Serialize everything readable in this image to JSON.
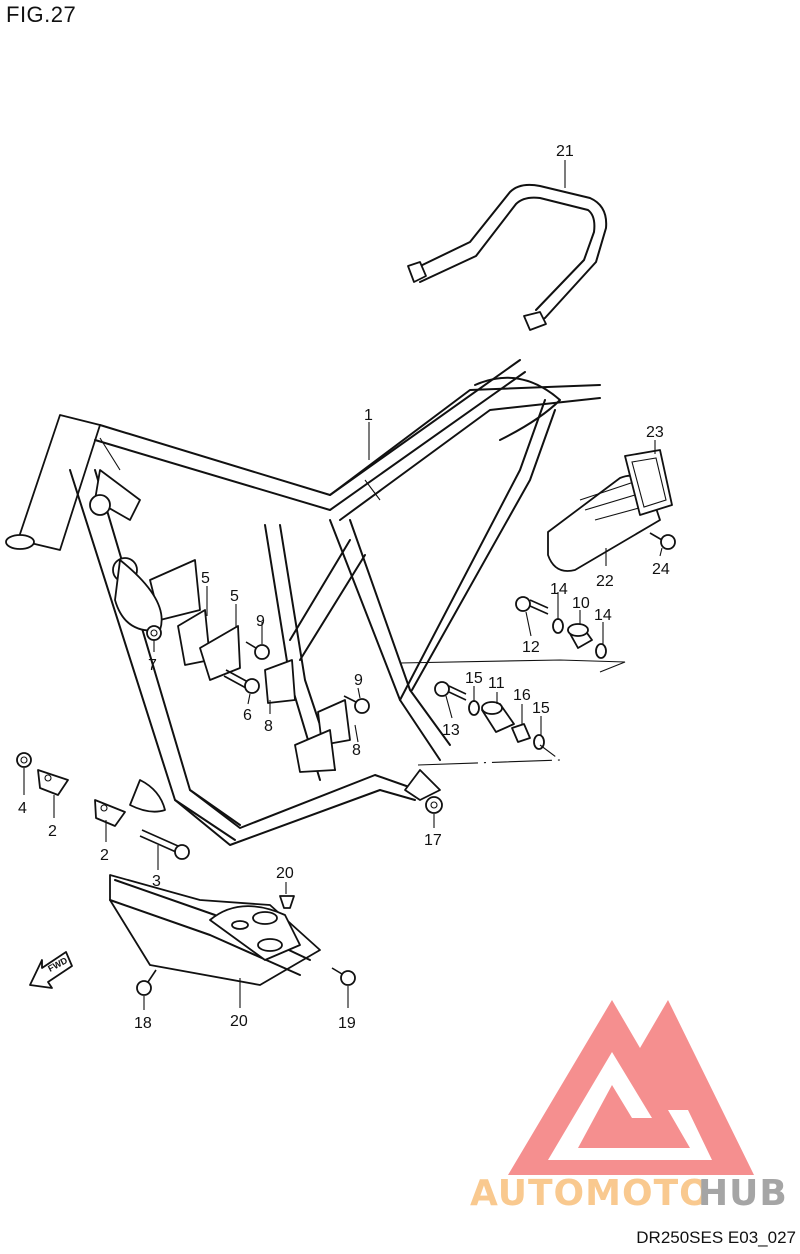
{
  "figure": {
    "title": "FIG.27",
    "code": "DR250SES E03_027"
  },
  "direction_badge": "FWD",
  "callouts": [
    {
      "id": "c1",
      "label": "1"
    },
    {
      "id": "c2a",
      "label": "2"
    },
    {
      "id": "c2b",
      "label": "2"
    },
    {
      "id": "c3",
      "label": "3"
    },
    {
      "id": "c4",
      "label": "4"
    },
    {
      "id": "c5a",
      "label": "5"
    },
    {
      "id": "c5b",
      "label": "5"
    },
    {
      "id": "c6",
      "label": "6"
    },
    {
      "id": "c7",
      "label": "7"
    },
    {
      "id": "c8a",
      "label": "8"
    },
    {
      "id": "c8b",
      "label": "8"
    },
    {
      "id": "c9a",
      "label": "9"
    },
    {
      "id": "c9b",
      "label": "9"
    },
    {
      "id": "c10",
      "label": "10"
    },
    {
      "id": "c11",
      "label": "11"
    },
    {
      "id": "c12",
      "label": "12"
    },
    {
      "id": "c13",
      "label": "13"
    },
    {
      "id": "c14a",
      "label": "14"
    },
    {
      "id": "c14b",
      "label": "14"
    },
    {
      "id": "c15a",
      "label": "15"
    },
    {
      "id": "c15b",
      "label": "15"
    },
    {
      "id": "c16",
      "label": "16"
    },
    {
      "id": "c17",
      "label": "17"
    },
    {
      "id": "c18",
      "label": "18"
    },
    {
      "id": "c19",
      "label": "19"
    },
    {
      "id": "c20a",
      "label": "20"
    },
    {
      "id": "c20b",
      "label": "20"
    },
    {
      "id": "c21",
      "label": "21"
    },
    {
      "id": "c22",
      "label": "22"
    },
    {
      "id": "c23",
      "label": "23"
    },
    {
      "id": "c24",
      "label": "24"
    }
  ],
  "watermark": {
    "part1": "AUTOMOTO",
    "part2": "HUB",
    "color_main": "#f58f8f",
    "color_text1": "#f9c98f",
    "color_text2": "#a5a5a5"
  }
}
